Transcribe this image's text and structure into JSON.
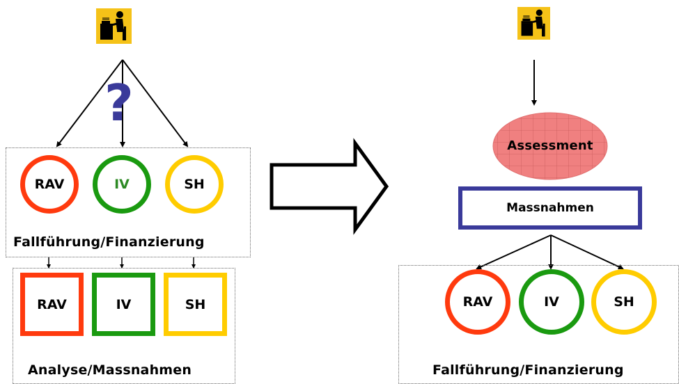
{
  "left": {
    "question_mark": "?",
    "circles": [
      {
        "label": "RAV",
        "color": "#ff3a0e",
        "text_color": "#000000"
      },
      {
        "label": "IV",
        "color": "#1a9a10",
        "text_color": "#2d8a24"
      },
      {
        "label": "SH",
        "color": "#ffcc00",
        "text_color": "#000000"
      }
    ],
    "caption_top": "Fallführung/Finanzierung",
    "squares": [
      {
        "label": "RAV",
        "color": "#ff3a0e"
      },
      {
        "label": "IV",
        "color": "#1a9a10"
      },
      {
        "label": "SH",
        "color": "#ffcc00"
      }
    ],
    "caption_bottom": "Analyse/Massnahmen"
  },
  "right": {
    "assessment_label": "Assessment",
    "assessment_color": "#f08080",
    "massnahmen_label": "Massnahmen",
    "massnahmen_color": "#3a3a9a",
    "circles": [
      {
        "label": "RAV",
        "color": "#ff3a0e"
      },
      {
        "label": "IV",
        "color": "#1a9a10"
      },
      {
        "label": "SH",
        "color": "#ffcc00"
      }
    ],
    "caption": "Fallführung/Finanzierung"
  },
  "icons": {
    "worker_icon": "person-at-desk-icon",
    "transition_arrow": "block-arrow-right-icon"
  }
}
